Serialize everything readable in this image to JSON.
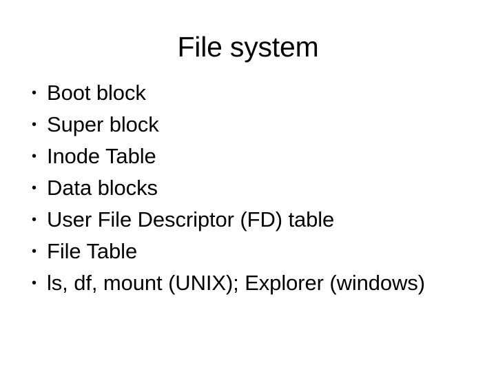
{
  "slide": {
    "title": "File system",
    "background_color": "#FFFFFF",
    "text_color": "#000000",
    "bullet_glyph": "•",
    "bullets": [
      {
        "label": "Boot block"
      },
      {
        "label": "Super block"
      },
      {
        "label": "Inode Table"
      },
      {
        "label": "Data blocks"
      },
      {
        "label": "User File Descriptor (FD) table"
      },
      {
        "label": "File Table"
      },
      {
        "label": "ls, df, mount (UNIX); Explorer (windows)"
      }
    ]
  }
}
